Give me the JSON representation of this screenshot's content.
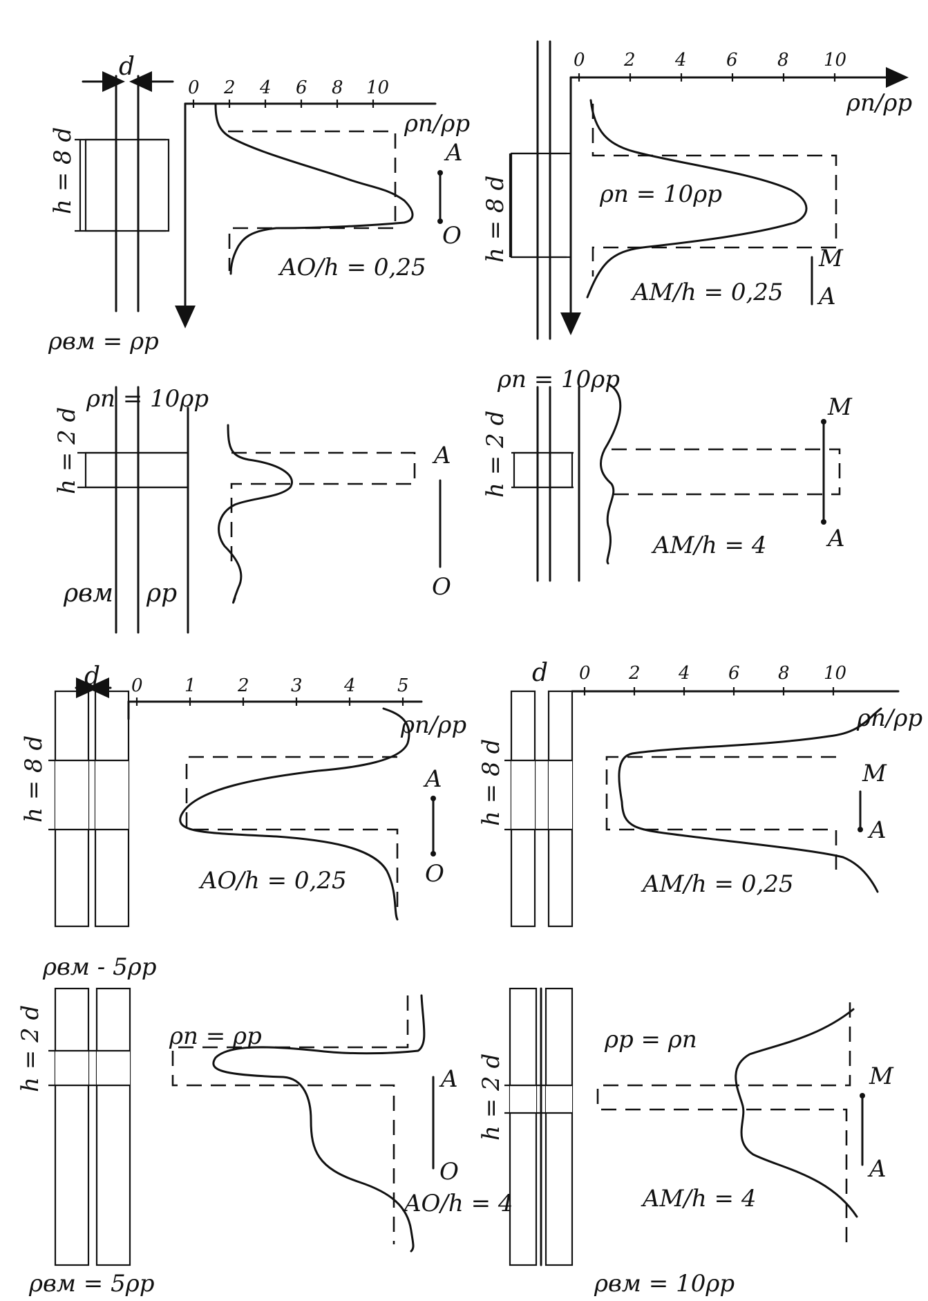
{
  "panels": [
    {
      "id": "p1",
      "d_label": "d",
      "h_label": "h = 8 d",
      "axis_ticks": [
        "0",
        "2",
        "4",
        "6",
        "8",
        "10"
      ],
      "axis_label": "ρп/ρр",
      "resistivity_label": "ρвм = ρр",
      "ratio_label": "AO/h = 0,25",
      "electrode_top": "A",
      "electrode_bottom": "O"
    },
    {
      "id": "p2",
      "h_label": "h = 8 d",
      "axis_ticks": [
        "0",
        "2",
        "4",
        "6",
        "8",
        "10"
      ],
      "axis_label": "ρп/ρр",
      "resistivity_label": "ρп = 10ρр",
      "ratio_label": "AМ/h = 0,25",
      "electrode_top": "M",
      "electrode_bottom": "A"
    },
    {
      "id": "p3",
      "h_label": "h = 2 d",
      "top_label": "ρп = 10ρр",
      "mud_label": "ρвм",
      "rock_label": "ρр",
      "electrode_top": "A",
      "electrode_bottom": "O"
    },
    {
      "id": "p4",
      "h_label": "h = 2 d",
      "top_label": "ρп = 10ρр",
      "ratio_label": "AМ/h = 4",
      "electrode_top": "M",
      "electrode_bottom": "A"
    },
    {
      "id": "p5",
      "d_label": "d",
      "h_label": "h = 8 d",
      "axis_ticks": [
        "0",
        "1",
        "2",
        "3",
        "4",
        "5"
      ],
      "axis_label": "ρп/ρр",
      "resistivity_label": "ρвм - 5ρр",
      "ratio_label": "AO/h = 0,25",
      "electrode_top": "A",
      "electrode_bottom": "O"
    },
    {
      "id": "p6",
      "d_label": "d",
      "h_label": "h = 8 d",
      "axis_ticks": [
        "0",
        "2",
        "4",
        "6",
        "8",
        "10"
      ],
      "axis_label": "ρп/ρр",
      "ratio_label": "AМ/h = 0,25",
      "electrode_top": "M",
      "electrode_bottom": "A"
    },
    {
      "id": "p7",
      "h_label": "h = 2 d",
      "top_label": "ρп = ρр",
      "resistivity_label": "ρвм = 5ρр",
      "ratio_label": "AO/h = 4",
      "electrode_top": "A",
      "electrode_bottom": "O"
    },
    {
      "id": "p8",
      "h_label": "h = 2 d",
      "top_label": "ρр = ρп",
      "resistivity_label": "ρвм = 10ρр",
      "ratio_label": "AМ/h = 4",
      "electrode_top": "M",
      "electrode_bottom": "A"
    }
  ]
}
